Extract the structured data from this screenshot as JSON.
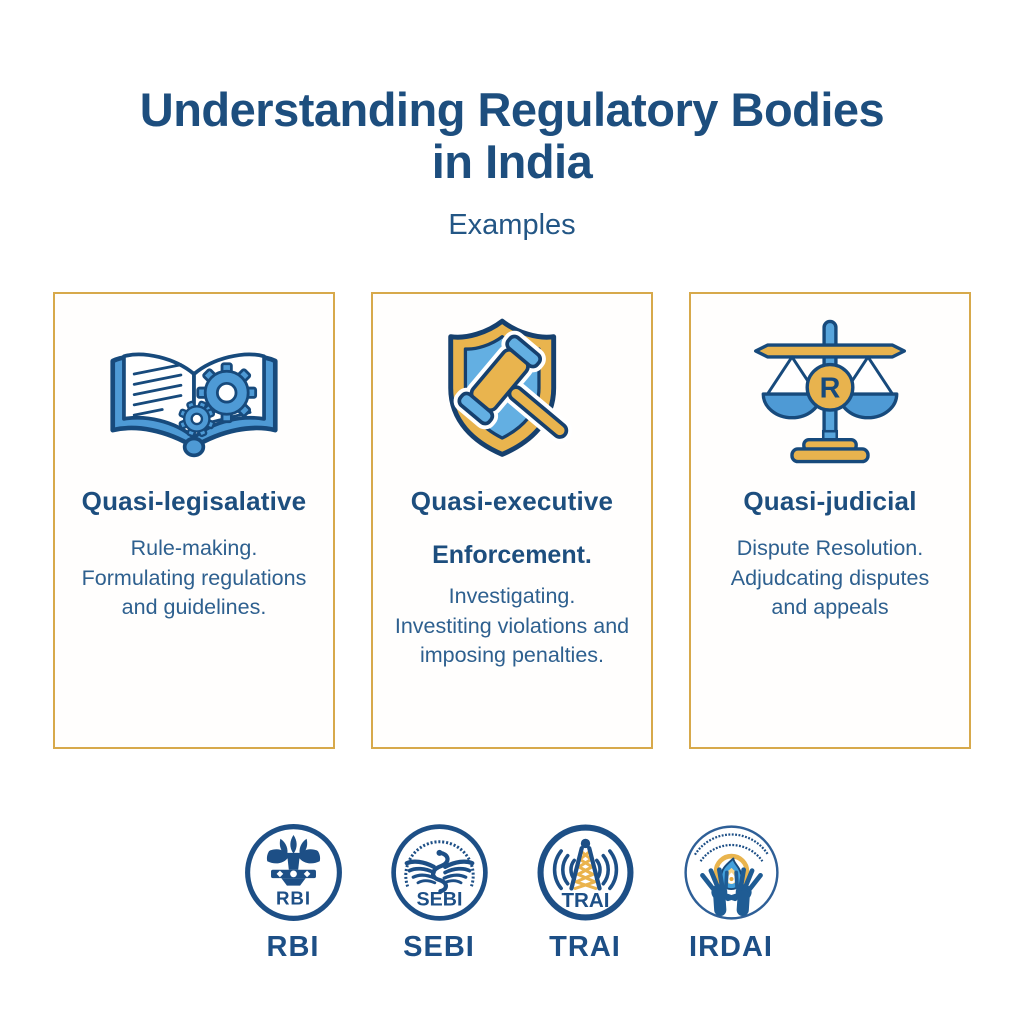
{
  "header": {
    "title_line1": "Understanding Regulatory Bodies",
    "title_line2": "in India",
    "subtitle": "Examples"
  },
  "colors": {
    "navy_text": "#1d4e7e",
    "body_text": "#2e608f",
    "outline_navy": "#174a7c",
    "logo_navy": "#1d4f86",
    "gold": "#e8b34e",
    "card_border_gold": "#d7a94b",
    "icon_blue": "#4e9ad5",
    "light_blue": "#63afe2",
    "background": "#ffffff"
  },
  "cards": [
    {
      "icon": "open-book-gears-icon",
      "heading": "Quasi-legisalative",
      "lines": [
        "Rule-making.",
        "Formulating regulations",
        "and guidelines."
      ]
    },
    {
      "icon": "shield-gavel-icon",
      "heading": "Quasi-executive",
      "lead": "Enforcement.",
      "lines": [
        "Investigating.",
        "Investiting violations and",
        "imposing penalties."
      ]
    },
    {
      "icon": "balance-scales-icon",
      "heading": "Quasi-judicial",
      "lines": [
        "Dispute Resolution.",
        "Adjudcating disputes",
        "and appeals"
      ]
    }
  ],
  "logos": [
    {
      "id": "rbi",
      "icon": "rbi-lion-capital-emblem-icon",
      "inner_label": "RBI",
      "label": "RBI"
    },
    {
      "id": "sebi",
      "icon": "sebi-eagle-emblem-icon",
      "inner_label": "SEBI",
      "label": "SEBI"
    },
    {
      "id": "trai",
      "icon": "trai-radio-tower-icon",
      "inner_label": "TRAI",
      "label": "TRAI"
    },
    {
      "id": "irdai",
      "icon": "irdai-hands-flame-icon",
      "label": "IRDAI"
    }
  ]
}
